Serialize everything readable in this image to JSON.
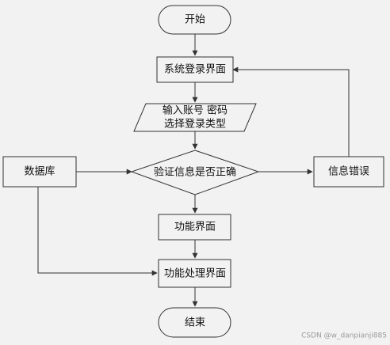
{
  "nodes": {
    "start": "开始",
    "login_screen": "系统登录界面",
    "input_line1": "输入账号 密码",
    "input_line2": "选择登录类型",
    "database": "数据库",
    "verify": "验证信息是否正确",
    "info_error": "信息错误",
    "function_screen": "功能界面",
    "function_process": "功能处理界面",
    "end": "结束"
  },
  "watermark": "CSDN @w_danpianji885",
  "colors": {
    "background": "#f2f2f2",
    "stroke": "#333333"
  }
}
